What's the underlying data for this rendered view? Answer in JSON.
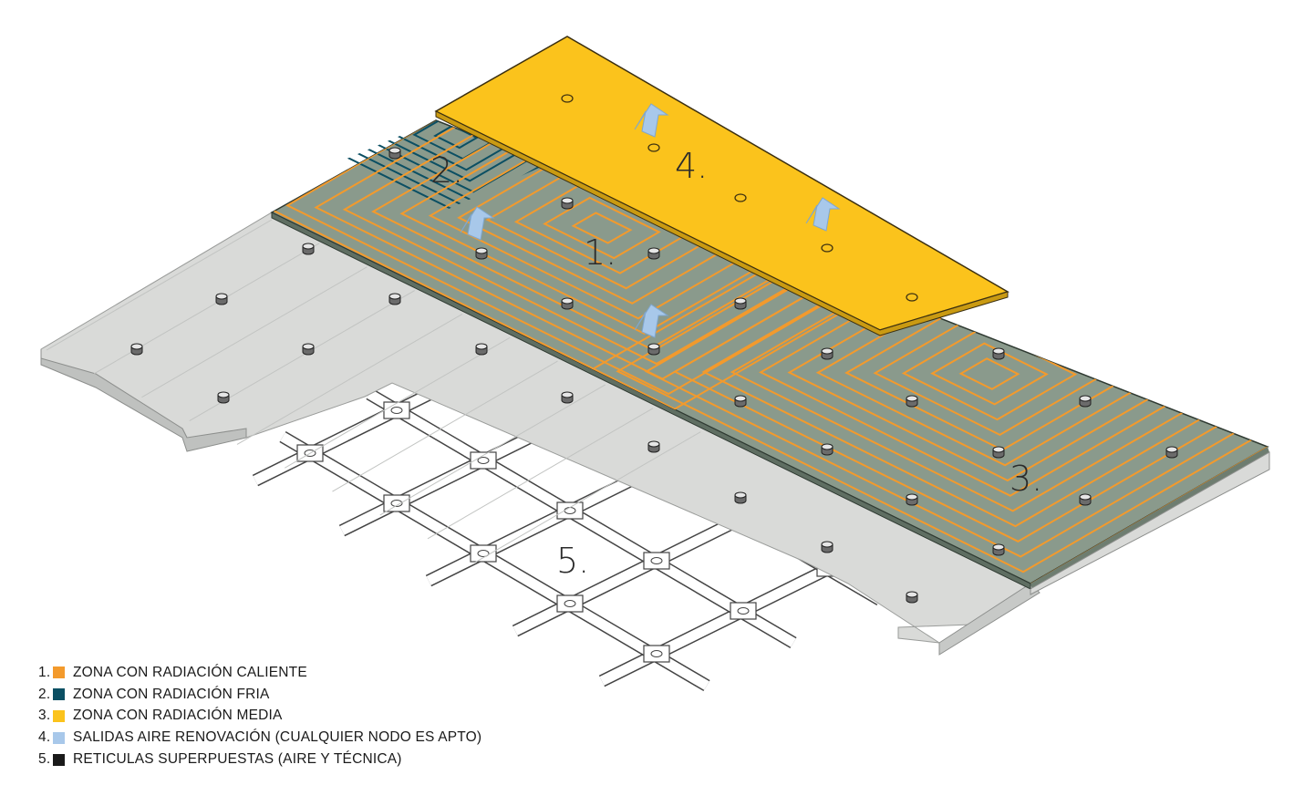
{
  "zones": {
    "hot_label": "1.",
    "cold_label": "2.",
    "medium_label": "3.",
    "air_label": "4.",
    "grid_label": "5."
  },
  "legend": [
    {
      "num": "1.",
      "text": "ZONA CON RADIACIÓN CALIENTE",
      "color": "#f39a2c"
    },
    {
      "num": "2.",
      "text": "ZONA CON RADIACIÓN FRIA",
      "color": "#0b4f63"
    },
    {
      "num": "3.",
      "text": "ZONA CON RADIACIÓN MEDIA",
      "color": "#fbc31c"
    },
    {
      "num": "4.",
      "text": "SALIDAS AIRE RENOVACIÓN (CUALQUIER NODO ES APTO)",
      "color": "#a8c8ea"
    },
    {
      "num": "5.",
      "text": "RETICULAS SUPERPUESTAS (AIRE Y TÉCNICA)",
      "color": "#1a1a1a"
    }
  ],
  "colors": {
    "grey_slab": "#d9dad8",
    "green_slab": "#8a9a8c",
    "yellow_slab": "#fbc31c",
    "hot_pipe": "#f39a2c",
    "cold_pipe": "#0b4f63",
    "air_arrow": "#a8c8ea"
  }
}
